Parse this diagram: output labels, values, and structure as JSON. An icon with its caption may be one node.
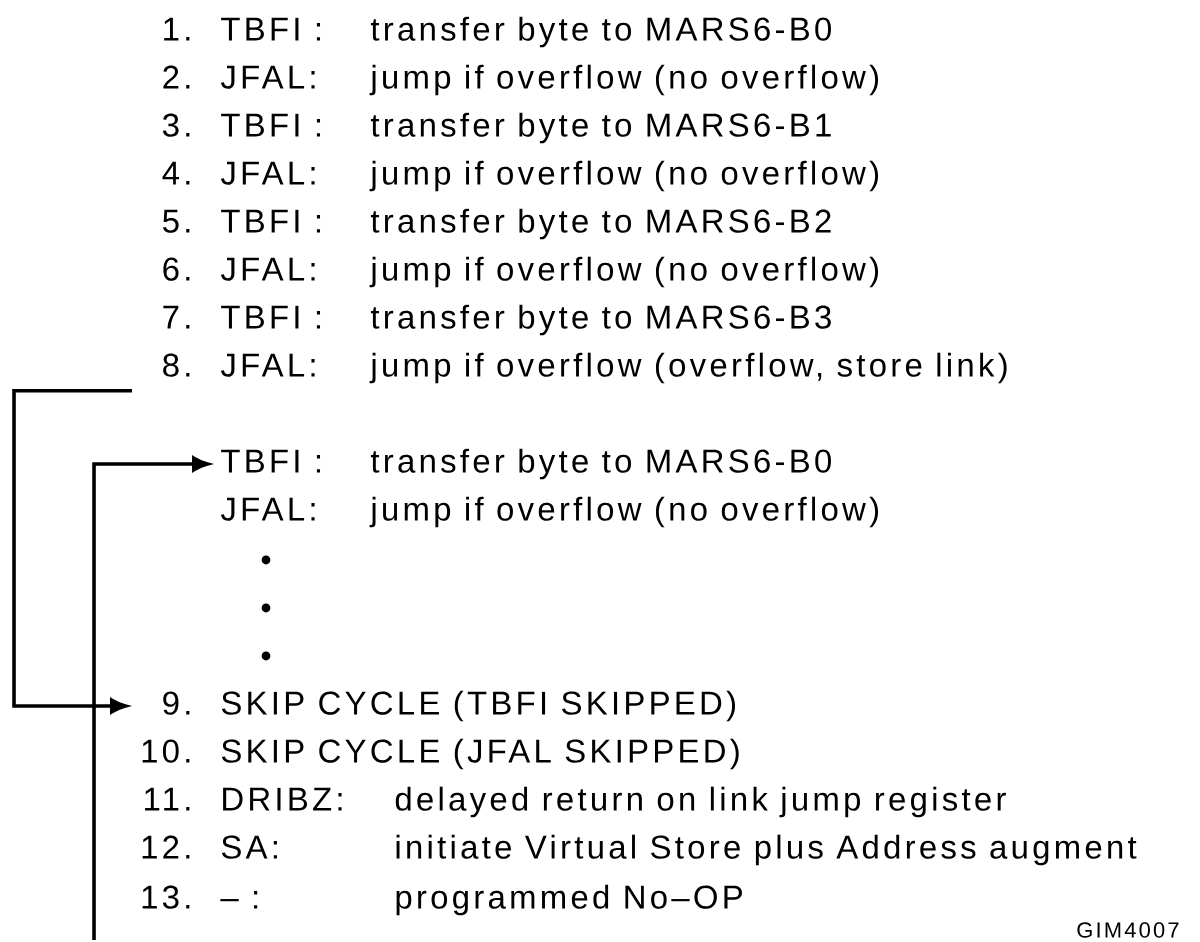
{
  "diagram": {
    "nodes": [
      {
        "text": [
          "1.",
          "TBFI :",
          "transfer byte to MARS6-B0"
        ]
      },
      {
        "text": [
          "2.",
          "JFAL:",
          "jump if overflow (no overflow)"
        ]
      },
      {
        "text": [
          "3.",
          "TBFI :",
          "transfer byte to MARS6-B1"
        ]
      },
      {
        "text": [
          "4.",
          "JFAL:",
          "jump if overflow (no overflow)"
        ]
      },
      {
        "text": [
          "5.",
          "TBFI :",
          "transfer byte to MARS6-B2"
        ]
      },
      {
        "text": [
          "6.",
          "JFAL:",
          "jump if overflow (no overflow)"
        ]
      },
      {
        "text": [
          "7.",
          "TBFI :",
          "transfer byte to MARS6-B3"
        ]
      },
      {
        "text": [
          "8.",
          "JFAL:",
          "jump if overflow (overflow, store link)"
        ]
      },
      {
        "text": [
          "TBFI :",
          "transfer byte to MARS6-B0"
        ]
      },
      {
        "text": [
          "JFAL:",
          "jump if overflow (no overflow)"
        ]
      },
      {
        "text": [
          "9.",
          "SKIP CYCLE (TBFI SKIPPED)"
        ]
      },
      {
        "text": [
          "10.",
          "SKIP CYCLE (JFAL SKIPPED)"
        ]
      },
      {
        "text": [
          "11.",
          "DRIBZ:",
          "delayed return on link jump register"
        ]
      },
      {
        "text": [
          "12.",
          "SA:",
          "initiate Virtual Store plus Address augment"
        ]
      },
      {
        "text": [
          "13.",
          "– :",
          "programmed No–OP"
        ]
      }
    ],
    "edges": [
      {
        "from": 7,
        "to": 10,
        "arrow": "to"
      },
      {
        "from": null,
        "to": 8,
        "arrow": "to"
      }
    ],
    "labels": [
      "GIM4007"
    ]
  }
}
